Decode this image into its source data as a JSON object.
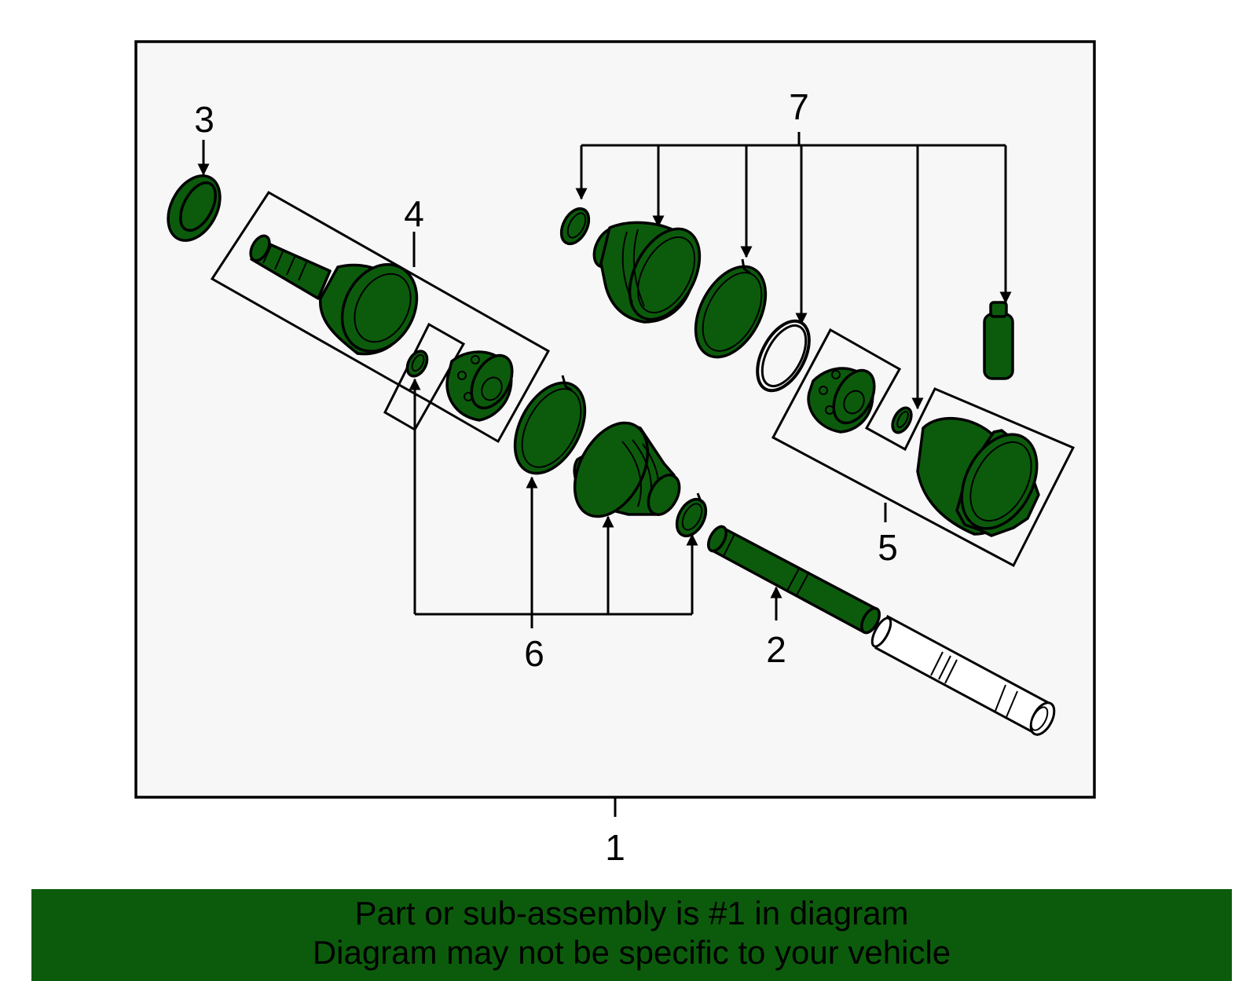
{
  "diagram": {
    "callouts": {
      "c1": "1",
      "c2": "2",
      "c3": "3",
      "c4": "4",
      "c5": "5",
      "c6": "6",
      "c7": "7"
    },
    "colors": {
      "part_fill": "#0c5b0c",
      "frame_fill": "#f7f7f7",
      "banner_fill": "#0c5b0c",
      "outline": "#000000"
    }
  },
  "banner": {
    "line1": "Part or sub-assembly is #1 in diagram",
    "line2": "Diagram may not be specific to your vehicle"
  }
}
